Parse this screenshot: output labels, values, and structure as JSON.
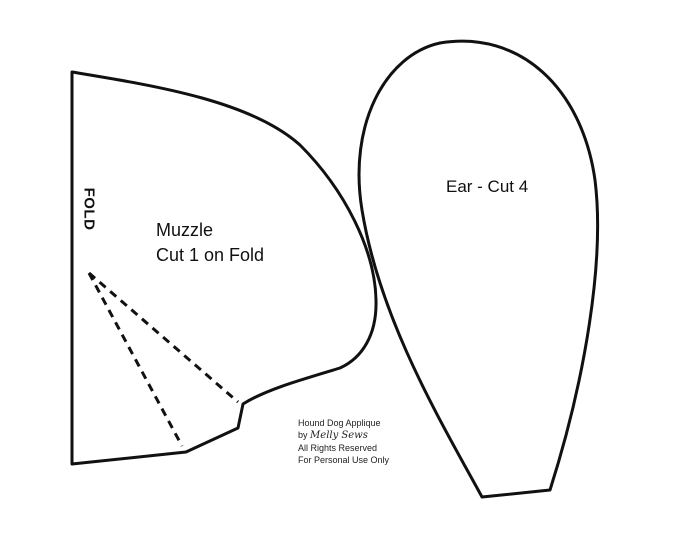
{
  "muzzle": {
    "title": "Muzzle",
    "instruction": "Cut 1 on Fold",
    "fold_label": "FOLD"
  },
  "ear": {
    "label": "Ear - Cut 4"
  },
  "credits": {
    "line1": "Hound Dog Applique",
    "by": "by",
    "brand": "Melly Sews",
    "line3": "All Rights Reserved",
    "line4": "For Personal Use Only"
  },
  "colors": {
    "line": "#111111",
    "background": "#ffffff"
  }
}
